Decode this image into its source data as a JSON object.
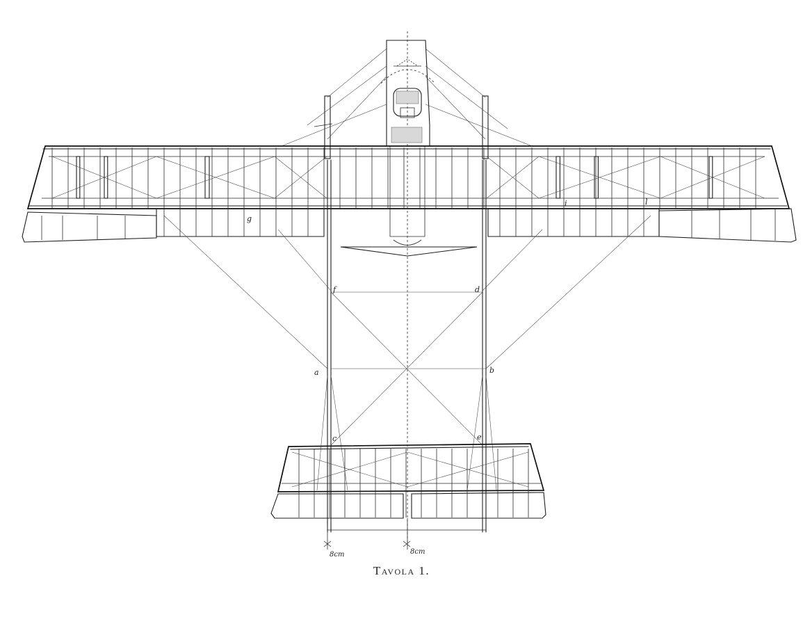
{
  "caption": "Tavola 1.",
  "point_labels": {
    "a": "a",
    "b": "b",
    "c": "c",
    "d": "d",
    "e": "e",
    "f": "f",
    "g": "g",
    "i": "i",
    "l": "l"
  },
  "dimension_labels": {
    "left": "8cm",
    "center": "8cm"
  },
  "ink_color": "#1e1e1e",
  "paper_color": "#ffffff"
}
